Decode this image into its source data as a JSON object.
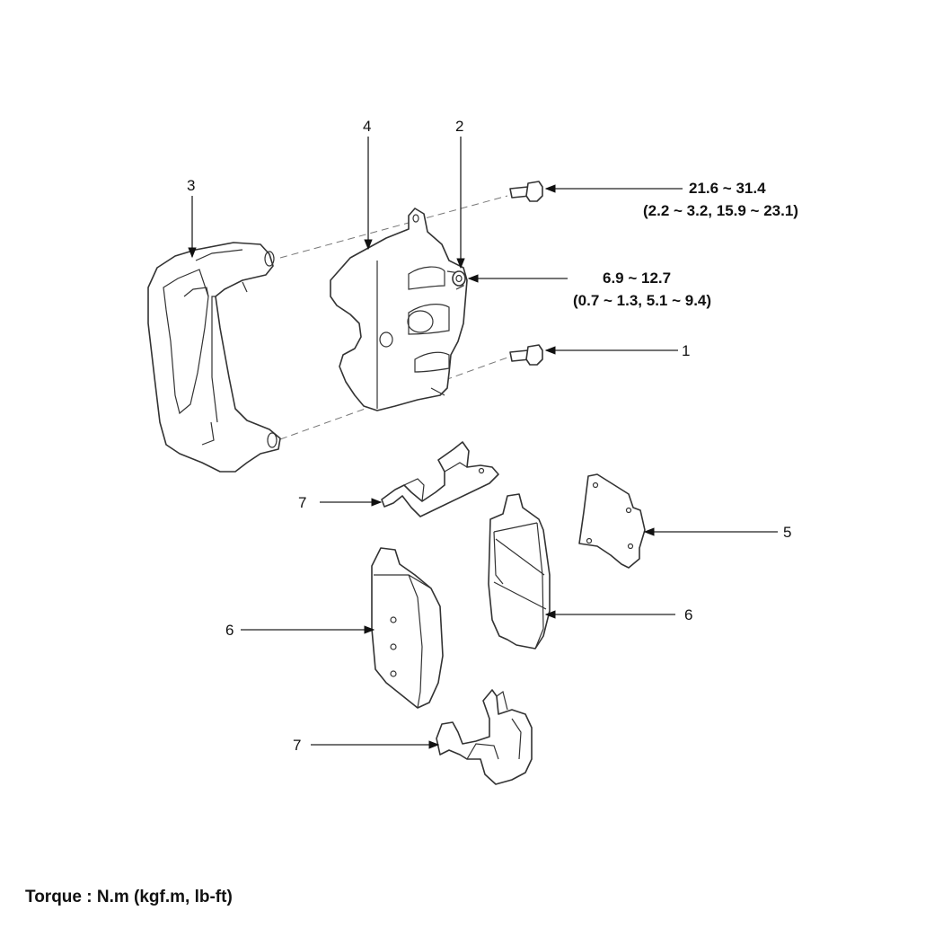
{
  "callouts": {
    "c1": "1",
    "c2": "2",
    "c3": "3",
    "c4": "4",
    "c5": "5",
    "c6_left": "6",
    "c6_right": "6",
    "c7_upper": "7",
    "c7_lower": "7"
  },
  "torques": {
    "guide_bolt_upper": {
      "main": "21.6 ~ 31.4",
      "sub": "(2.2 ~ 3.2, 15.9 ~ 23.1)"
    },
    "bleeder_screw": {
      "main": "6.9 ~ 12.7",
      "sub": "(0.7 ~ 1.3, 5.1 ~ 9.4)"
    }
  },
  "footer": {
    "units": "Torque : N.m (kgf.m, lb-ft)"
  }
}
